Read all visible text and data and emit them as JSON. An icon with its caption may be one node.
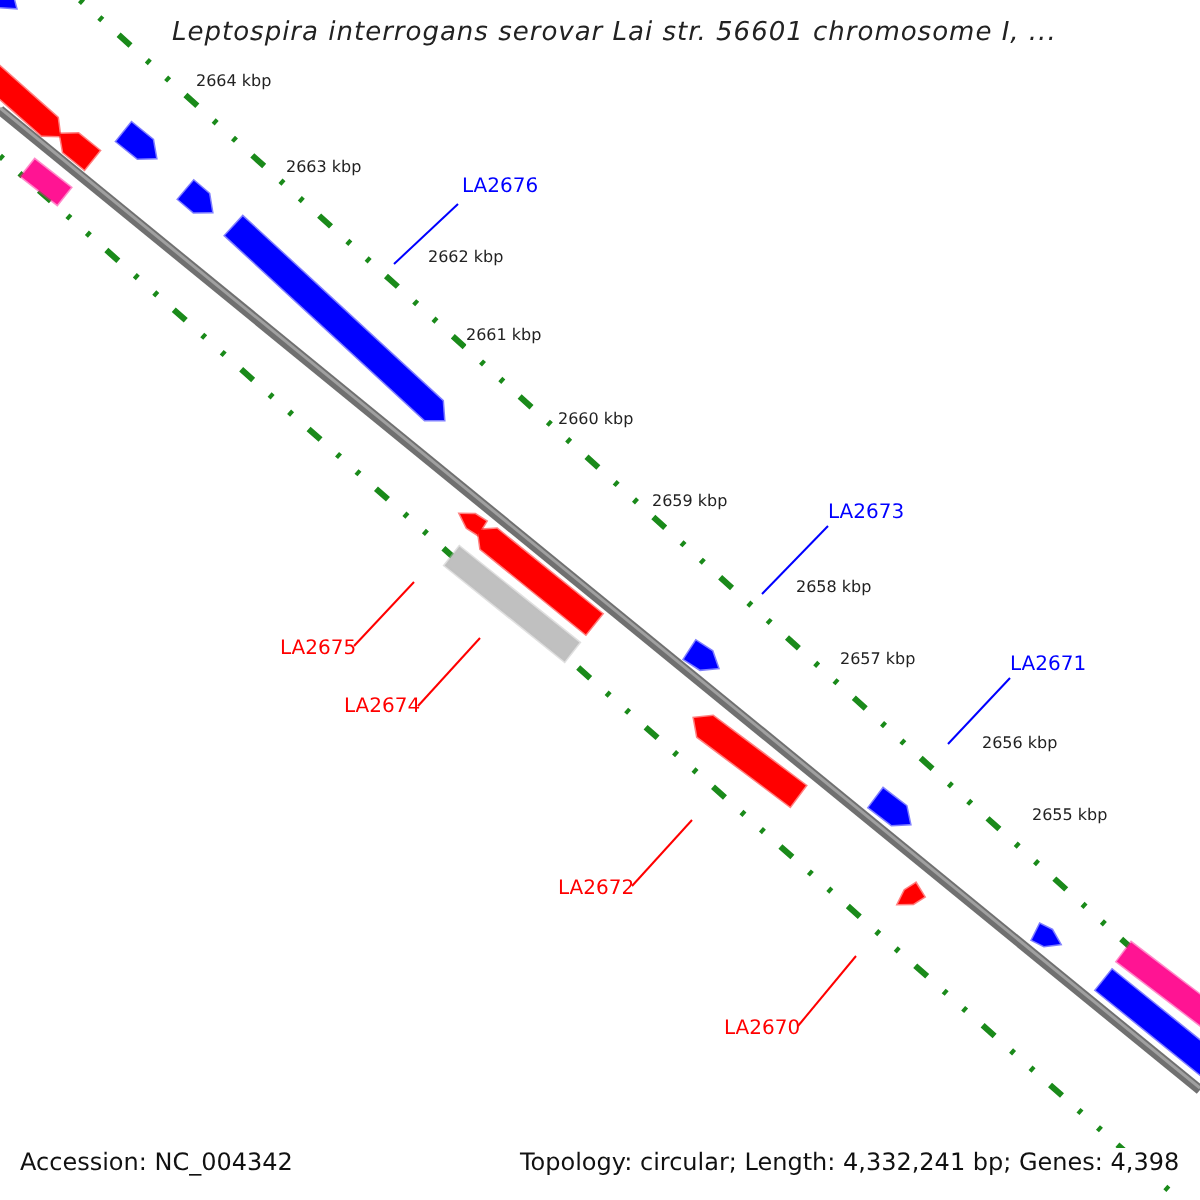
{
  "diagram": {
    "title": "Leptospira interrogans serovar Lai str. 56601 chromosome I, ...",
    "nodes": [
      {
        "text": [
          "LA2676"
        ]
      },
      {
        "text": [
          "LA2673"
        ]
      },
      {
        "text": [
          "LA2671"
        ]
      },
      {
        "text": [
          "LA2675"
        ]
      },
      {
        "text": [
          "LA2674"
        ]
      },
      {
        "text": [
          "LA2672"
        ]
      },
      {
        "text": [
          "LA2670"
        ]
      }
    ],
    "edges": [
      {
        "from": 0,
        "to": null,
        "arrow": "none",
        "color": "#0000ff"
      },
      {
        "from": 1,
        "to": null,
        "arrow": "none",
        "color": "#0000ff"
      },
      {
        "from": 2,
        "to": null,
        "arrow": "none",
        "color": "#0000ff"
      },
      {
        "from": 3,
        "to": null,
        "arrow": "none"
      },
      {
        "from": 4,
        "to": null,
        "arrow": "none"
      },
      {
        "from": 5,
        "to": null,
        "arrow": "none"
      },
      {
        "from": 6,
        "to": null,
        "arrow": "none"
      }
    ],
    "labels": [
      "2664 kbp",
      "2663 kbp",
      "2662 kbp",
      "2661 kbp",
      "2660 kbp",
      "2659 kbp",
      "2658 kbp",
      "2657 kbp",
      "2656 kbp",
      "2655 kbp",
      "Accession: NC_004342",
      "Topology: circular; Length: 4,332,241 bp; Genes: 4,398"
    ]
  }
}
